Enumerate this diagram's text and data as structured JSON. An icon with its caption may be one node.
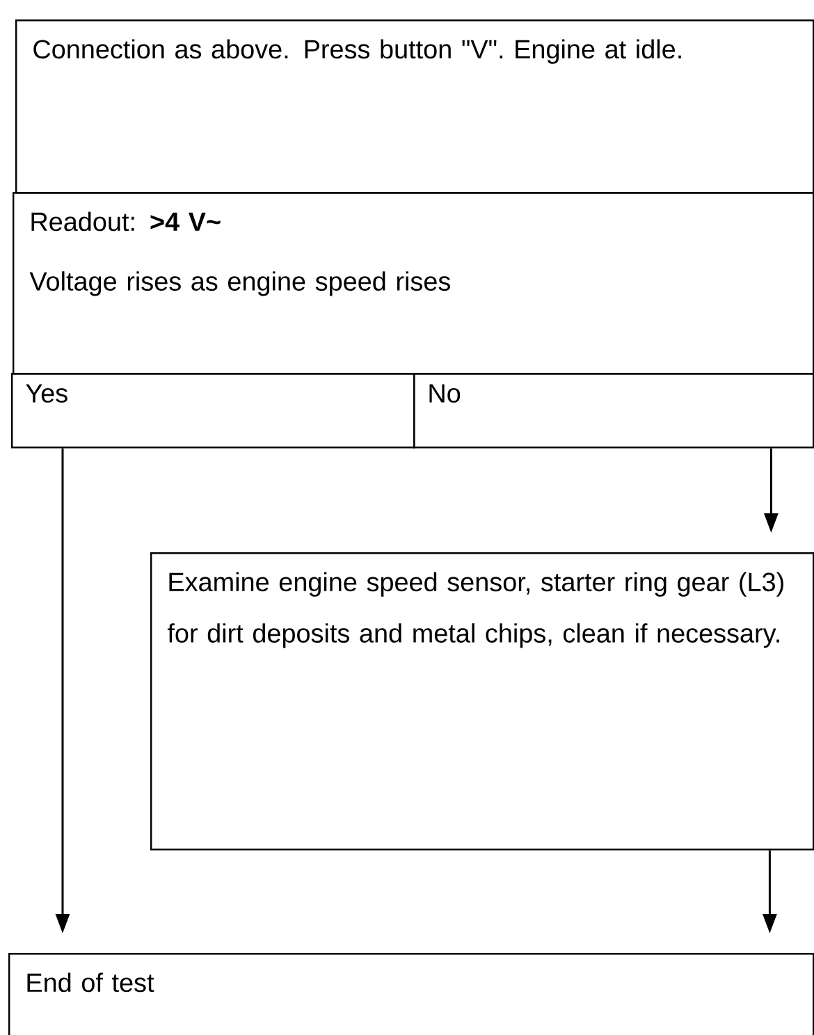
{
  "diagram": {
    "nodes": [
      {
        "text": [
          "Connection as above. Press button \"V\". Engine at idle."
        ]
      },
      {
        "text": [
          "Readout: **>4 V~**",
          "Voltage rises as engine speed rises"
        ]
      },
      {
        "text": [
          "Yes"
        ]
      },
      {
        "text": [
          "No"
        ]
      },
      {
        "text": [
          "Examine engine speed sensor, starter ring gear (L3) for dirt deposits and metal chips, clean if necessary."
        ]
      },
      {
        "text": [
          "End of test"
        ]
      }
    ],
    "edges": [
      {
        "from": 2,
        "to": 5,
        "arrow": "to"
      },
      {
        "from": 3,
        "to": 4,
        "arrow": "to"
      },
      {
        "from": 4,
        "to": 5,
        "arrow": "to"
      }
    ]
  }
}
